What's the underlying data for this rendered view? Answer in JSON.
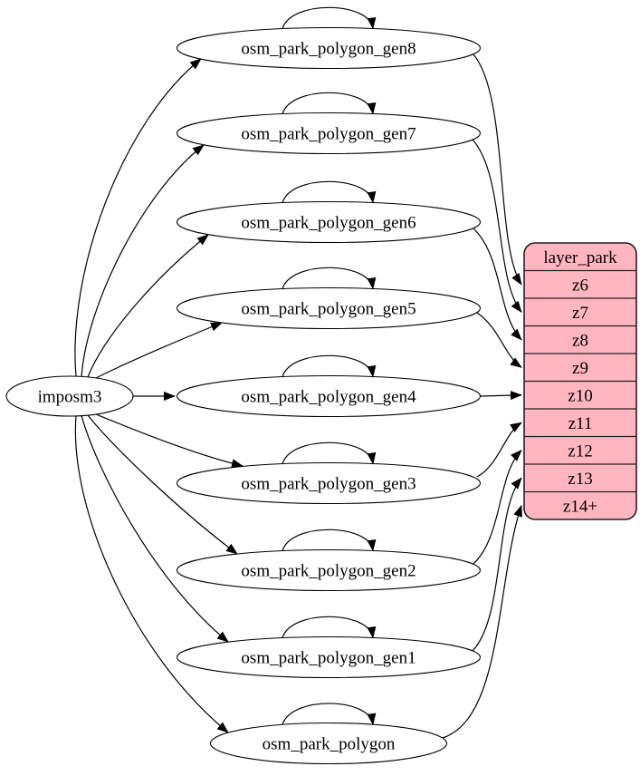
{
  "diagram": {
    "type": "dependency-graph",
    "source_node": {
      "label": "imposm3"
    },
    "generalized_tables": [
      {
        "label": "osm_park_polygon_gen8",
        "target_zoom": "z6"
      },
      {
        "label": "osm_park_polygon_gen7",
        "target_zoom": "z7"
      },
      {
        "label": "osm_park_polygon_gen6",
        "target_zoom": "z8"
      },
      {
        "label": "osm_park_polygon_gen5",
        "target_zoom": "z9"
      },
      {
        "label": "osm_park_polygon_gen4",
        "target_zoom": "z10"
      },
      {
        "label": "osm_park_polygon_gen3",
        "target_zoom": "z11"
      },
      {
        "label": "osm_park_polygon_gen2",
        "target_zoom": "z12"
      },
      {
        "label": "osm_park_polygon_gen1",
        "target_zoom": "z13"
      },
      {
        "label": "osm_park_polygon",
        "target_zoom": "z14+"
      }
    ],
    "layer_table": {
      "title": "layer_park",
      "rows": [
        "z6",
        "z7",
        "z8",
        "z9",
        "z10",
        "z11",
        "z12",
        "z13",
        "z14+"
      ]
    },
    "colors": {
      "background": "#ffffff",
      "node_fill": "#ffffff",
      "node_stroke": "#000000",
      "edge": "#000000",
      "text": "#000000",
      "table_fill": "#ffb6c1",
      "table_stroke": "#241f20"
    }
  }
}
